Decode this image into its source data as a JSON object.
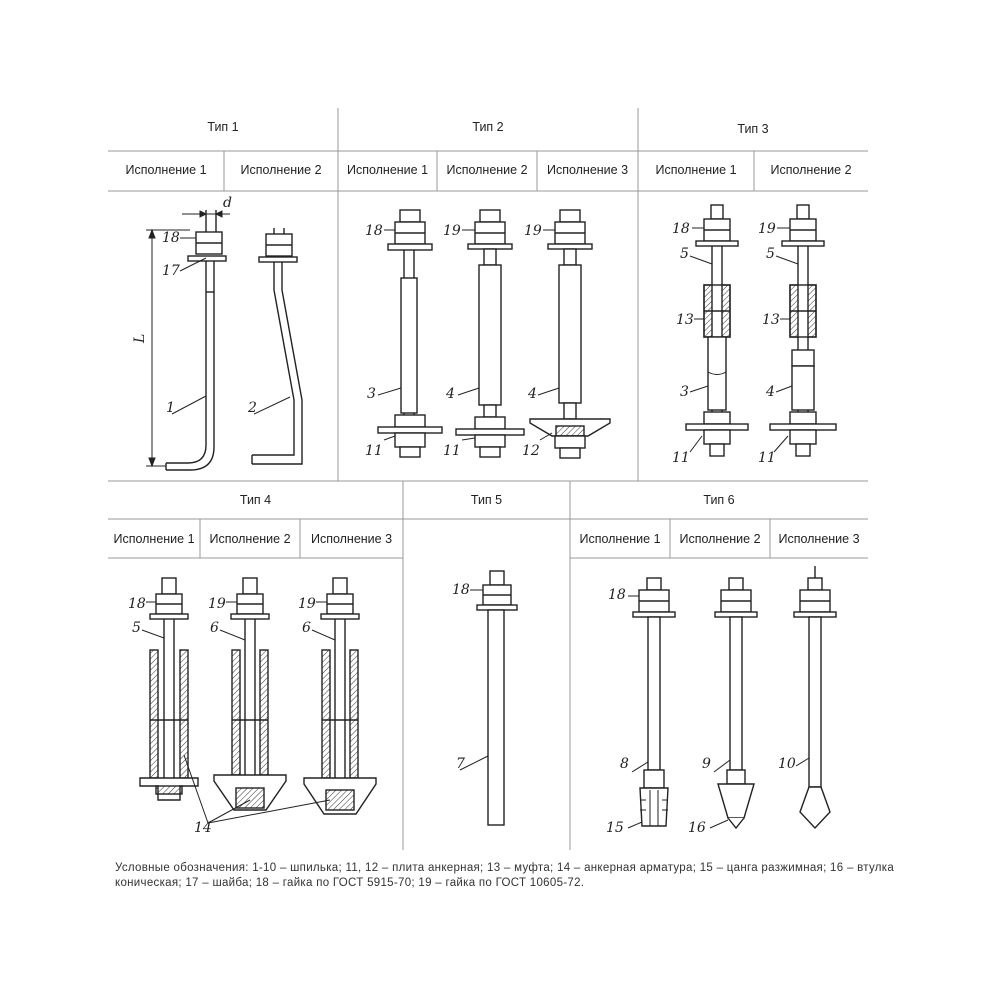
{
  "types": [
    {
      "title": "Тип 1",
      "variants": [
        "Исполнение 1",
        "Исполнение 2"
      ]
    },
    {
      "title": "Тип 2",
      "variants": [
        "Исполнение 1",
        "Исполнение 2",
        "Исполнение 3"
      ]
    },
    {
      "title": "Тип 3",
      "variants": [
        "Исполнение 1",
        "Исполнение 2"
      ]
    },
    {
      "title": "Тип 4",
      "variants": [
        "Исполнение 1",
        "Исполнение 2",
        "Исполнение 3"
      ]
    },
    {
      "title": "Тип 5",
      "variants": []
    },
    {
      "title": "Тип 6",
      "variants": [
        "Исполнение 1",
        "Исполнение 2",
        "Исполнение 3"
      ]
    }
  ],
  "dims": {
    "d": "d",
    "L": "L"
  },
  "callouts": {
    "t1": [
      "18",
      "17",
      "1",
      "2"
    ],
    "t2": [
      "18",
      "19",
      "19",
      "3",
      "4",
      "4",
      "11",
      "11",
      "12"
    ],
    "t3": [
      "18",
      "19",
      "5",
      "5",
      "13",
      "13",
      "3",
      "4",
      "11",
      "11"
    ],
    "t4": [
      "18",
      "19",
      "19",
      "5",
      "6",
      "6",
      "14"
    ],
    "t5": [
      "18",
      "7"
    ],
    "t6": [
      "18",
      "8",
      "9",
      "10",
      "15",
      "16"
    ]
  },
  "legend": "Условные обозначения: 1-10 – шпилька; 11, 12 – плита анкерная; 13 – муфта; 14 – анкерная арматура; 15 – цанга разжимная; 16 – втулка коническая; 17 – шайба; 18 – гайка по ГОСТ 5915-70; 19 – гайка по ГОСТ 10605-72."
}
